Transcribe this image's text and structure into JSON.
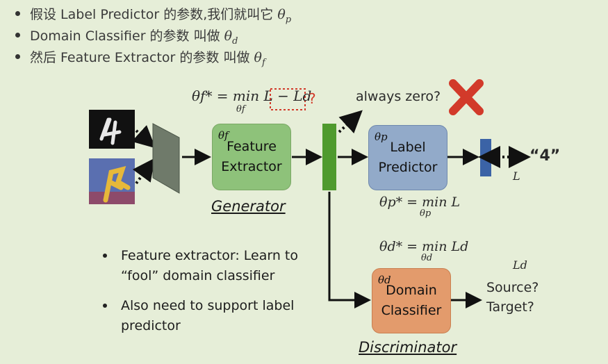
{
  "top_bullets": [
    {
      "text": "假设 Label Predictor 的参数,我们就叫它 ",
      "math": "θp"
    },
    {
      "text": "Domain Classifier 的参数 叫做 ",
      "math": "θd"
    },
    {
      "text": "然后 Feature Extractor 的参数 叫做 ",
      "math": "θf"
    }
  ],
  "formulas": {
    "feature": "θf* = min L − Ld",
    "feature_sub": "θf",
    "question_mark": "?",
    "label": "θp* = min L",
    "label_sub": "θp",
    "domain": "θd* = min Ld",
    "domain_sub": "θd"
  },
  "annotations": {
    "always_zero": "always zero?",
    "output_4": "“4”",
    "loss_L": "L",
    "loss_Ld": "Ld",
    "source_target": "Source?\nTarget?"
  },
  "boxes": {
    "feature_extractor": {
      "label": "Feature\nExtractor",
      "theta": "θf"
    },
    "label_predictor": {
      "label": "Label\nPredictor",
      "theta": "θp"
    },
    "domain_classifier": {
      "label": "Domain\nClassifier",
      "theta": "θd"
    }
  },
  "titles": {
    "generator": "Generator",
    "discriminator": "Discriminator"
  },
  "bottom_bullets": [
    "Feature extractor: Learn to “fool” domain classifier",
    "Also need to support label predictor"
  ],
  "colors": {
    "background": "#e6eed8",
    "green_box": "#8ec27a",
    "blue_box": "#92aac9",
    "orange_box": "#e39b6c",
    "feature_bar": "#4f9a2e",
    "output_bar": "#3b63a6",
    "cross": "#d23a2a"
  },
  "icons": [
    "digit-mnist-image",
    "digit-mnistm-image",
    "red-x-icon"
  ]
}
